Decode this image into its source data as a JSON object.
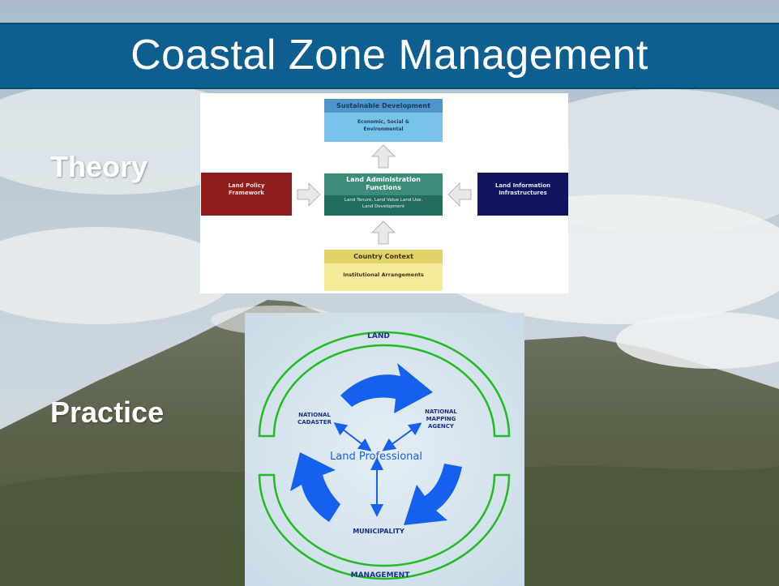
{
  "slide": {
    "title": "Coastal Zone Management",
    "theory_label": "Theory",
    "practice_label": "Practice"
  },
  "theory_diagram": {
    "sustainable_development": {
      "title": "Sustainable Development",
      "subtitle": "Economic, Social & Environmental"
    },
    "land_administration_functions": {
      "title": "Land Administration Functions",
      "subtitle": "Land Tenure, Land Value Land Use, Land Development"
    },
    "land_policy_framework": "Land Policy Framework",
    "land_information_infrastructures": "Land Information Infrastructures",
    "country_context": {
      "title": "Country Context",
      "subtitle": "Institutional Arrangements"
    }
  },
  "practice_diagram": {
    "top_label": "LAND",
    "bottom_label": "MANAGEMENT",
    "center_label": "Land Professional",
    "national_cadaster": "NATIONAL CADASTER",
    "national_cadaster_line1": "NATIONAL",
    "national_cadaster_line2": "CADASTER",
    "national_mapping_agency": "NATIONAL MAPPING AGENCY",
    "nma_line1": "NATIONAL",
    "nma_line2": "MAPPING",
    "nma_line3": "AGENCY",
    "municipality": "MUNICIPALITY"
  },
  "colors": {
    "title_band": "#0e5f8f",
    "sky": "#b8c9d6",
    "mountain": "#5f6650",
    "ring_green": "#22bb22",
    "arrow_blue": "#1560ee",
    "practice_bg": "#d9e6ef"
  },
  "icons": {
    "cycle_arrows": "curved-arrow-icon",
    "connector_arrows": "double-arrow-icon",
    "flow_arrows": "block-arrow-icon"
  }
}
